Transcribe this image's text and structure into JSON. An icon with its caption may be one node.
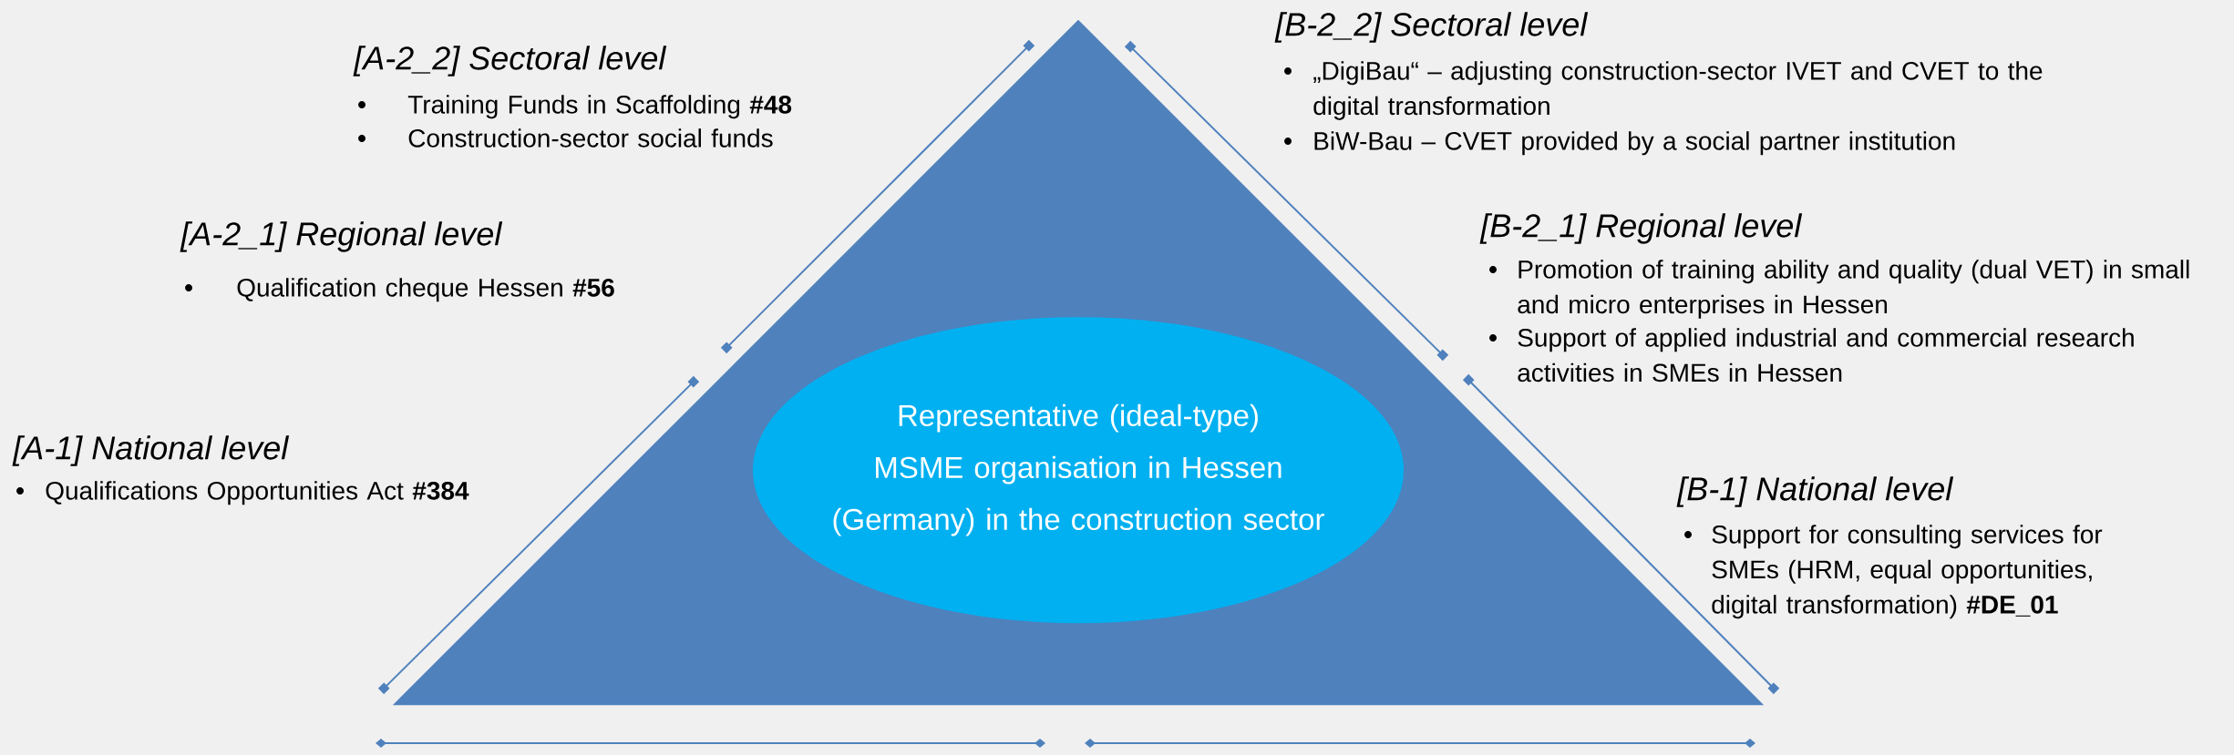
{
  "diagram": {
    "nodes": [
      {
        "text": [],
        "shape": "triangle"
      },
      {
        "text": [
          "Representative (ideal-type) MSME organisation in Hessen (Germany) in the construction sector"
        ],
        "in": 0
      }
    ],
    "labels": [
      "[A-2_2] Sectoral level",
      "Training Funds in Scaffolding **#48**",
      "Construction-sector social funds",
      "[B-2_2] Sectoral level",
      "„DigiBau“ – adjusting construction-sector IVET and CVET to the digital transformation",
      "BiW-Bau – CVET provided by a social partner institution",
      "[A-2_1] Regional level",
      "Qualification cheque Hessen **#56**",
      "[B-2_1] Regional level",
      "Promotion of training ability and quality (dual VET) in small and micro enterprises in Hessen",
      "Support of applied industrial and commercial research activities in SMEs in Hessen",
      "[A-1] National level",
      "Qualifications Opportunities Act **#384**",
      "[B-1] National level",
      "Support for consulting services for SMEs (HRM, equal opportunities, digital transformation) **#DE_01**"
    ]
  }
}
